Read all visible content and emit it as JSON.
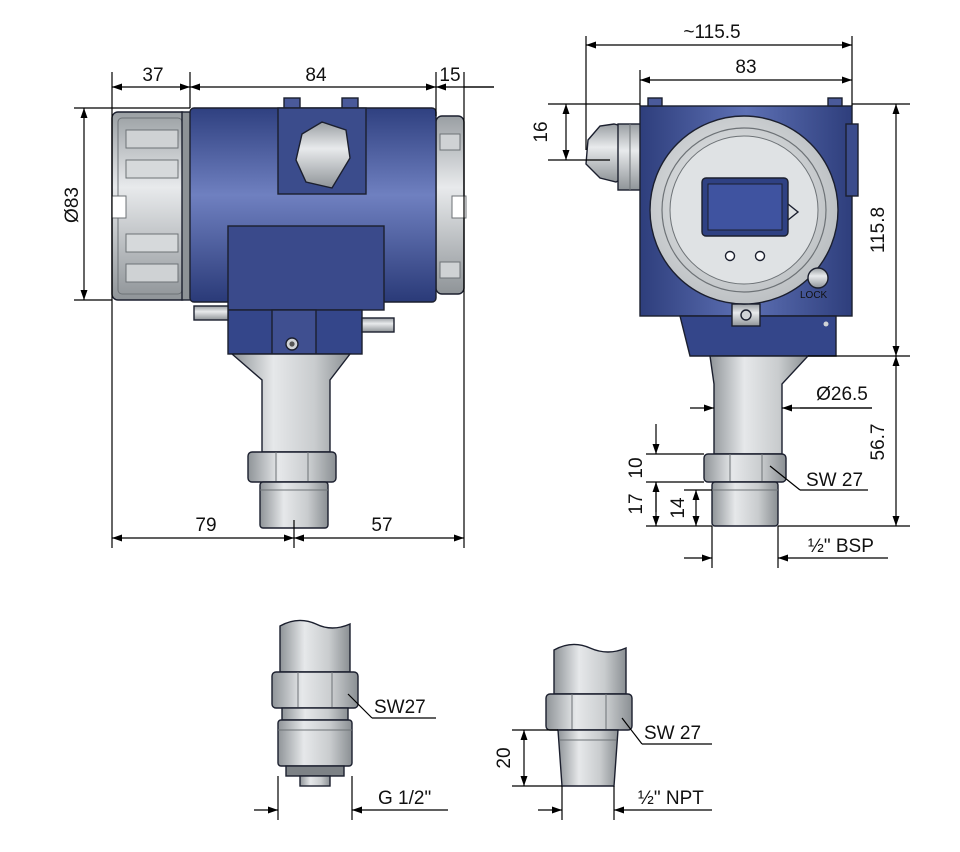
{
  "side_view": {
    "dims": {
      "top_left": "37",
      "top_mid": "84",
      "top_right": "15",
      "diameter": "Ø83",
      "bottom_left": "79",
      "bottom_right": "57"
    }
  },
  "front_view": {
    "dims": {
      "overall_width": "~115.5",
      "body_width": "83",
      "gland_height": "16",
      "body_height": "115.8",
      "neck_diameter": "Ø26.5",
      "stem_height": "56.7",
      "hex_height": "10",
      "thread_total": "17",
      "thread_length": "14",
      "hex_size": "SW 27",
      "thread_type": "½\" BSP"
    },
    "lock_label": "LOCK"
  },
  "variant_g": {
    "hex_size": "SW27",
    "thread_type": "G 1/2\""
  },
  "variant_npt": {
    "hex_size": "SW 27",
    "thread_length": "20",
    "thread_type": "½\" NPT"
  },
  "colors": {
    "housing_blue": "#3c4f93",
    "housing_dark": "#243468",
    "steel_light": "#d9dcde",
    "steel_dark": "#9ea3a7"
  }
}
